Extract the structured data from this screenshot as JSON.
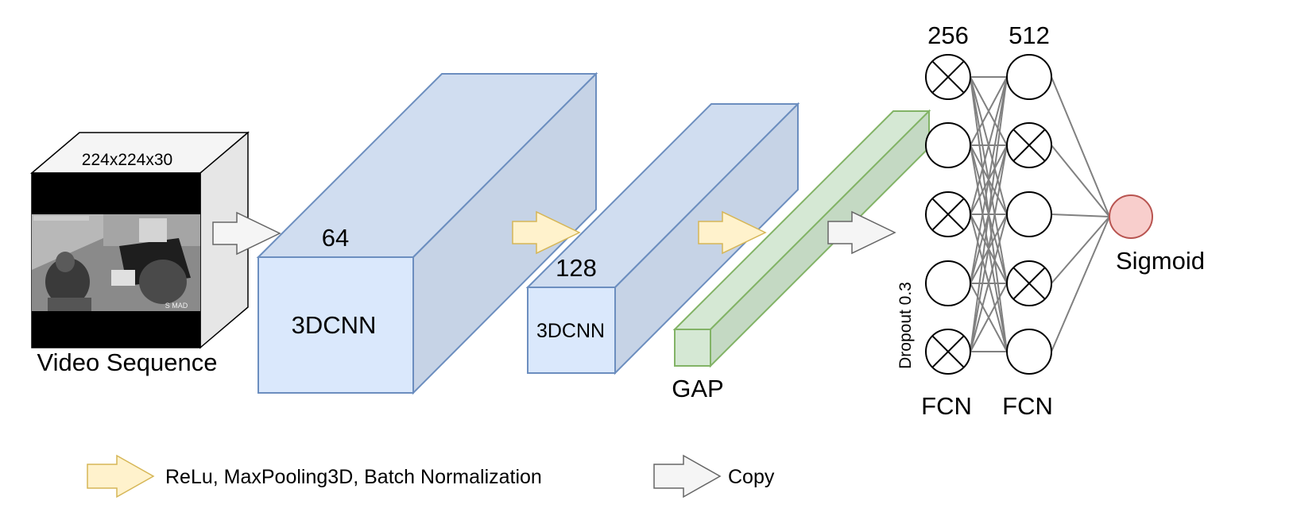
{
  "input": {
    "dims_label": "224x224x30",
    "caption": "Video Sequence",
    "frame_watermark": "S MAD"
  },
  "conv1": {
    "filters": "64",
    "label": "3DCNN"
  },
  "conv2": {
    "filters": "128",
    "label": "3DCNN"
  },
  "gap": {
    "label": "GAP"
  },
  "fc1": {
    "units": "256",
    "label": "FCN",
    "dropout": "Dropout 0.3"
  },
  "fc2": {
    "units": "512",
    "label": "FCN"
  },
  "output": {
    "label": "Sigmoid"
  },
  "legend": {
    "relu_text": "ReLu, MaxPooling3D, Batch Normalization",
    "copy_text": "Copy"
  },
  "colors": {
    "cnn_front": "#dae8fc",
    "cnn_top": "#d0ddf0",
    "cnn_side": "#c6d3e6",
    "cnn_stroke": "#6c8ebf",
    "gap_fill": "#d5e8d4",
    "gap_side": "#c4d9c3",
    "gap_stroke": "#82b366",
    "relu_arrow_fill": "#fff2cc",
    "relu_arrow_stroke": "#d6b656",
    "copy_arrow_fill": "#f5f5f5",
    "copy_arrow_stroke": "#666666",
    "sigmoid_fill": "#f8cecc",
    "sigmoid_stroke": "#b85450",
    "edge": "#808080"
  },
  "network": {
    "fc1_dropped": [
      true,
      false,
      true,
      false,
      true
    ],
    "fc2_dropped": [
      false,
      true,
      false,
      true,
      false
    ]
  }
}
